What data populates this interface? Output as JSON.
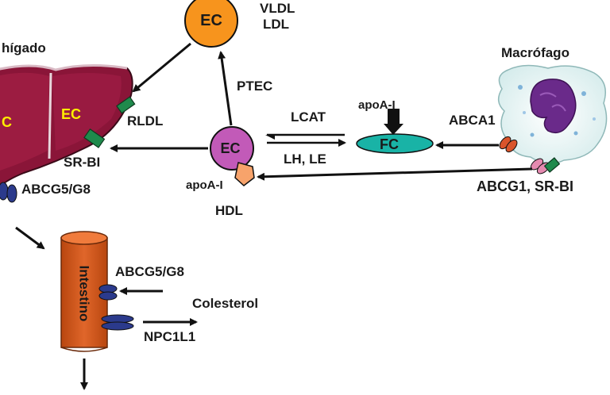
{
  "labels": {
    "ec_top": "EC",
    "vldl": "VLDL",
    "ldl": "LDL",
    "higado": "hígado",
    "macrofago": "Macrófago",
    "ptec": "PTEC",
    "lcat": "LCAT",
    "lh_le": "LH, LE",
    "apoa1_top": "apoA-I",
    "fc": "FC",
    "abca1": "ABCA1",
    "abcg1_srbi": "ABCG1, SR-BI",
    "ec_hdl": "EC",
    "apoa1_hdl": "apoA-I",
    "hdl": "HDL",
    "rldl": "RLDL",
    "srbi": "SR-BI",
    "abcg5g8_liver": "ABCG5/G8",
    "ec_liver_left": "C",
    "ec_liver_right": "EC",
    "intestino": "Intestino",
    "abcg5g8_int": "ABCG5/G8",
    "colesterol": "Colesterol",
    "npc1l1": "NPC1L1"
  },
  "colors": {
    "ec_orange": "#f7941d",
    "hdl_magenta": "#c25ab8",
    "liver": "#8a1538",
    "intestine": "#d2571c",
    "fc_teal": "#19b3a6",
    "transporter_navy": "#2b3a8c",
    "receptor_green": "#1f8a4c",
    "macrophage_nucleus": "#6a2a8a"
  }
}
